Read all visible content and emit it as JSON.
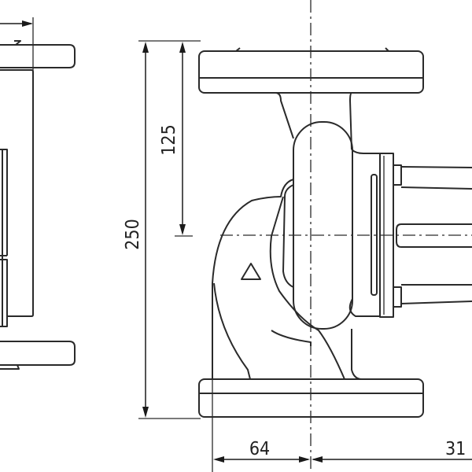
{
  "dimensions": {
    "overall_height": "250",
    "half_height": "125",
    "inlet_offset": "64",
    "motor_length_partial": "31"
  }
}
